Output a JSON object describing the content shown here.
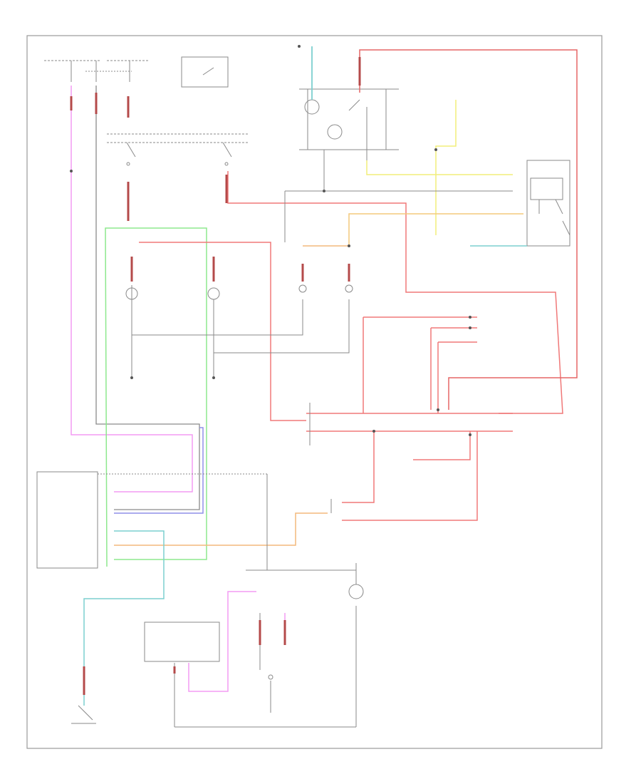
{
  "diagram": {
    "frame_ref": "",
    "colors": {
      "frame": "#9a9a9a",
      "wire_black": "#8a8a8a",
      "wire_red": "#f07878",
      "wire_pink": "#f39cf3",
      "wire_green": "#8de88d",
      "wire_blue": "#8f8fe8",
      "wire_cyan": "#7ccfcf",
      "wire_yellow": "#f2ee7a",
      "wire_orange": "#f3b97c",
      "wire_darkred": "#d04848"
    },
    "labels": [
      {
        "id": "hot-at-all-times-1",
        "text": ""
      },
      {
        "id": "hot-at-all-times-2",
        "text": ""
      },
      {
        "id": "hot-at-all-times-3",
        "text": ""
      },
      {
        "id": "hot-in-run",
        "text": ""
      },
      {
        "id": "headlamp-switch",
        "text": ""
      },
      {
        "id": "dimmer-relay",
        "text": ""
      },
      {
        "id": "left-headlamp",
        "text": ""
      },
      {
        "id": "right-headlamp",
        "text": ""
      },
      {
        "id": "left-fog",
        "text": ""
      },
      {
        "id": "right-fog",
        "text": ""
      },
      {
        "id": "daytime-running-lamp-module",
        "text": ""
      },
      {
        "id": "multifunction-switch",
        "text": ""
      },
      {
        "id": "parking-brake-switch",
        "text": ""
      },
      {
        "id": "ignition-switch",
        "text": ""
      },
      {
        "id": "brake-lamp-switch",
        "text": ""
      },
      {
        "id": "generic-electronic-module",
        "text": ""
      }
    ]
  }
}
